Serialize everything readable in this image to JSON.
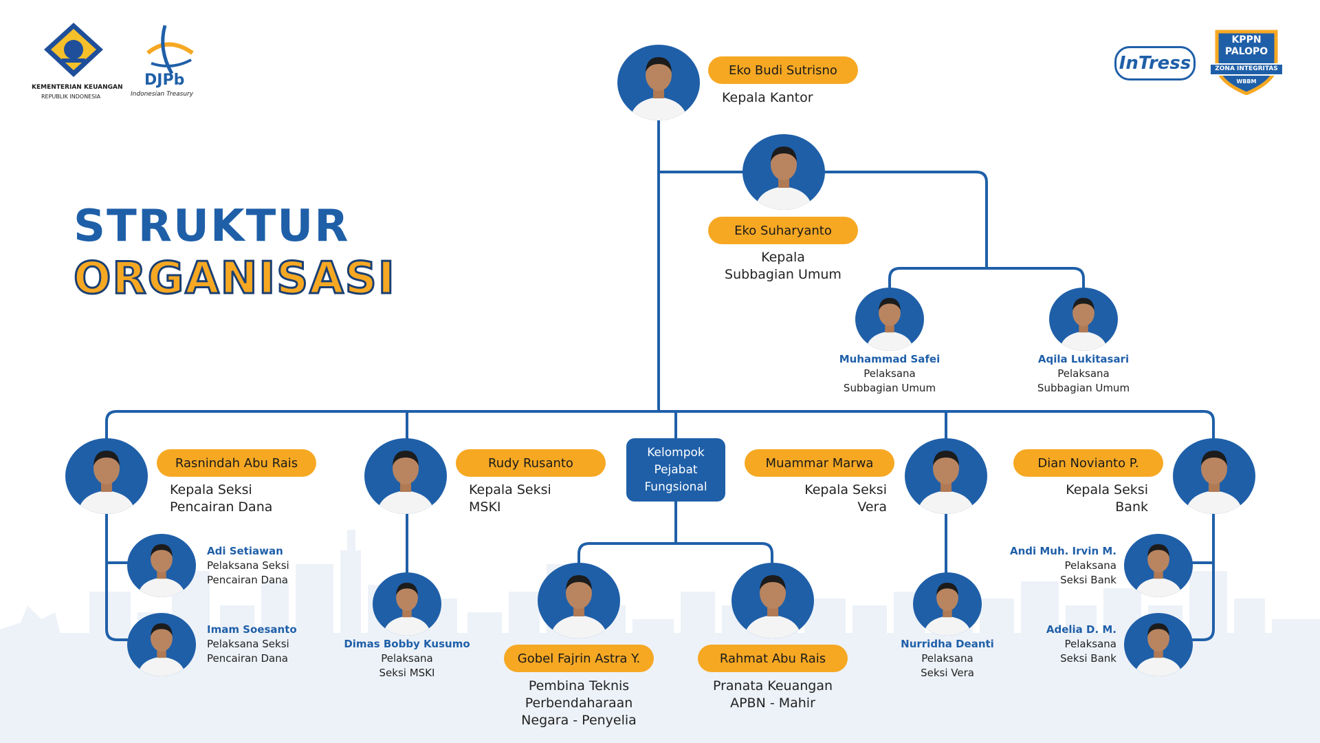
{
  "title": {
    "line1": "STRUKTUR",
    "line2": "ORGANISASI"
  },
  "logos": {
    "kemenkeu_line1": "KEMENTERIAN KEUANGAN",
    "kemenkeu_line2": "REPUBLIK INDONESIA",
    "djpb": "DJPb",
    "djpb_sub": "Indonesian Treasury",
    "intress": "InTress",
    "kppn_line1": "KPPN",
    "kppn_line2": "PALOPO",
    "kppn_ribbon": "ZONA INTEGRITAS",
    "kppn_bottom": "WBBM"
  },
  "colors": {
    "primary": "#1f5fa8",
    "accent": "#f6a823",
    "line": "#1f5fa8"
  },
  "group": {
    "label": "Kelompok\nPejabat\nFungsional"
  },
  "people": {
    "head": {
      "name": "Eko Budi Sutrisno",
      "role": "Kepala Kantor"
    },
    "subbag": {
      "name": "Eko Suharyanto",
      "role": "Kepala\nSubbagian Umum"
    },
    "safei": {
      "name": "Muhammad Safei",
      "role": "Pelaksana\nSubbagian Umum"
    },
    "aqila": {
      "name": "Aqila Lukitasari",
      "role": "Pelaksana\nSubbagian Umum"
    },
    "rasnindah": {
      "name": "Rasnindah Abu Rais",
      "role": "Kepala Seksi\nPencairan Dana"
    },
    "adi": {
      "name": "Adi Setiawan",
      "role": "Pelaksana Seksi\nPencairan Dana"
    },
    "imam": {
      "name": "Imam Soesanto",
      "role": "Pelaksana Seksi\nPencairan Dana"
    },
    "rudy": {
      "name": "Rudy Rusanto",
      "role": "Kepala Seksi\nMSKI"
    },
    "dimas": {
      "name": "Dimas Bobby Kusumo",
      "role": "Pelaksana\nSeksi MSKI"
    },
    "gobel": {
      "name": "Gobel Fajrin Astra Y.",
      "role": "Pembina Teknis\nPerbendaharaan\nNegara - Penyelia"
    },
    "rahmat": {
      "name": "Rahmat Abu Rais",
      "role": "Pranata Keuangan\nAPBN - Mahir"
    },
    "muammar": {
      "name": "Muammar Marwa",
      "role": "Kepala Seksi\nVera"
    },
    "nurridha": {
      "name": "Nurridha Deanti",
      "role": "Pelaksana\nSeksi Vera"
    },
    "dian": {
      "name": "Dian Novianto P.",
      "role": "Kepala Seksi\nBank"
    },
    "andi": {
      "name": "Andi Muh. Irvin M.",
      "role": "Pelaksana\nSeksi Bank"
    },
    "adelia": {
      "name": "Adelia D. M.",
      "role": "Pelaksana\nSeksi Bank"
    }
  }
}
